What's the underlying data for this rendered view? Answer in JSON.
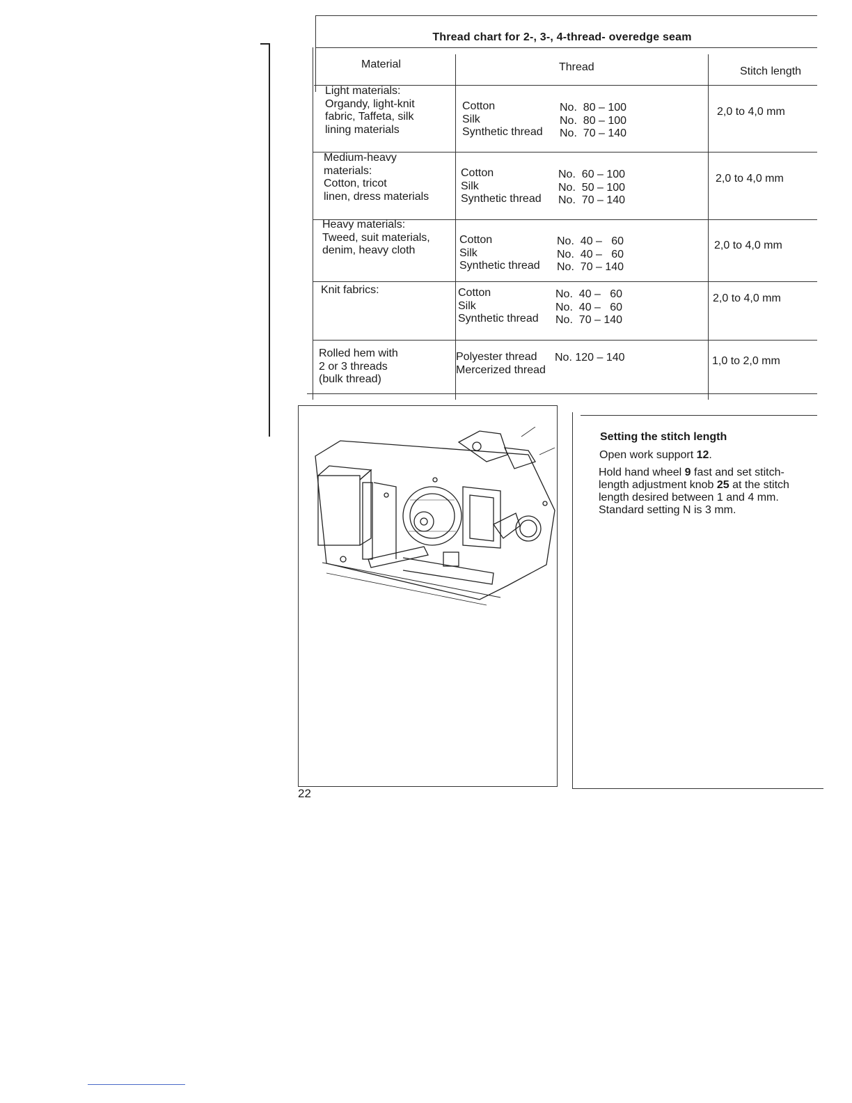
{
  "table": {
    "title": "Thread chart for  2-, 3-, 4-thread- overedge seam",
    "headers": {
      "material": "Material",
      "thread": "Thread",
      "stitch": "Stitch length"
    },
    "rows": [
      {
        "material": [
          "Light materials:",
          "Organdy, light-knit",
          "fabric, Taffeta, silk",
          "lining materials"
        ],
        "thread_names": [
          "Cotton",
          "Silk",
          "Synthetic thread"
        ],
        "thread_nos": [
          "No.  80 – 100",
          "No.  80 – 100",
          "No.  70 – 140"
        ],
        "stitch": "2,0 to 4,0 mm"
      },
      {
        "material": [
          "Medium-heavy",
          "materials:",
          "Cotton, tricot",
          "linen, dress materials"
        ],
        "thread_names": [
          "Cotton",
          "Silk",
          "Synthetic thread"
        ],
        "thread_nos": [
          "No.  60 – 100",
          "No.  50 – 100",
          "No.  70 – 140"
        ],
        "stitch": "2,0 to 4,0 mm"
      },
      {
        "material": [
          "Heavy materials:",
          "Tweed, suit materials,",
          "denim, heavy cloth"
        ],
        "thread_names": [
          "Cotton",
          "Silk",
          "Synthetic thread"
        ],
        "thread_nos": [
          "No.  40 –   60",
          "No.  40 –   60",
          "No.  70 – 140"
        ],
        "stitch": "2,0 to 4,0 mm"
      },
      {
        "material": [
          "Knit fabrics:"
        ],
        "thread_names": [
          "Cotton",
          "Silk",
          "Synthetic thread"
        ],
        "thread_nos": [
          "No.  40 –   60",
          "No.  40 –   60",
          "No.  70 – 140"
        ],
        "stitch": "2,0 to 4,0 mm"
      },
      {
        "material": [
          "Rolled hem with",
          "2 or 3 threads",
          "(bulk thread)"
        ],
        "thread_names": [
          "Polyester thread",
          "Mercerized thread"
        ],
        "thread_nos": [
          "No. 120 – 140",
          ""
        ],
        "stitch": "1,0 to 2,0 mm"
      }
    ]
  },
  "section": {
    "heading": "Setting the stitch length",
    "step1": {
      "pre": "Open work support ",
      "bold": "12",
      "post": "."
    },
    "step2": {
      "l1_pre": "Hold hand wheel ",
      "l1_bold": "9",
      "l1_post": " fast and set stitch-",
      "l2_pre": "length adjustment knob ",
      "l2_bold": "25",
      "l2_post": " at the stitch",
      "l3": "length desired between 1 and 4 mm.",
      "l4": "Standard setting N is 3 mm."
    }
  },
  "page_number": "22"
}
